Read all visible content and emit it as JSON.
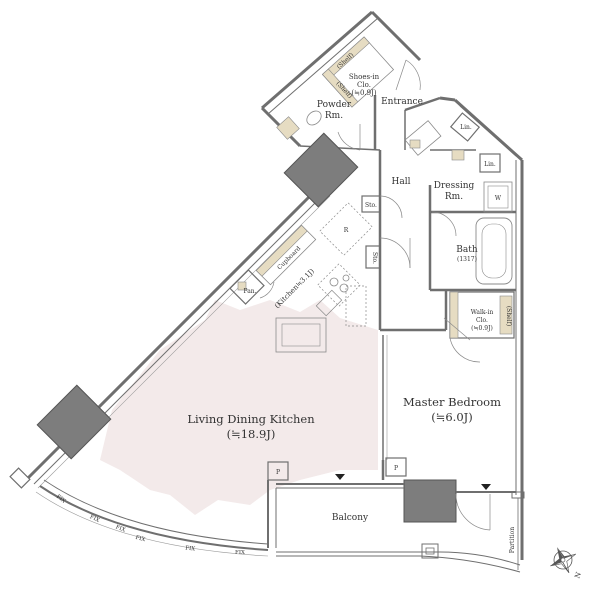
{
  "rooms": {
    "shoes_clo": "Shoes-in",
    "shoes_clo_2": "Clo.",
    "shoes_clo_area": "(≒0.9J)",
    "shelf_a": "(Shelf)",
    "shelf_b": "(Shelf)",
    "powder": "Powder",
    "powder_2": "Rm.",
    "entrance": "Entrance",
    "lin_1": "Lin.",
    "lin_2": "Lin.",
    "hall": "Hall",
    "dressing": "Dressing",
    "dressing_2": "Rm.",
    "w": "W",
    "sto_1": "Sto.",
    "sto_2": "Sto.",
    "r": "R",
    "bath": "Bath",
    "bath_size": "(1317)",
    "cupboard": "Cupboard",
    "kitchen": "(Kitchen≒3.1J)",
    "pan": "Pan.",
    "walkin": "Walk-in",
    "walkin_2": "Clo.",
    "walkin_area": "(≒0.9J)",
    "walkin_shelf": "(Shelf)",
    "ldk": "Living Dining Kitchen",
    "ldk_area": "(≒18.9J)",
    "master": "Master Bedroom",
    "master_area": "(≒6.0J)",
    "p_1": "P",
    "p_2": "P",
    "balcony": "Balcony",
    "partition": "Partition",
    "fix_1": "FIX",
    "fix_2": "FIX",
    "fix_3": "FIX",
    "fix_4": "FIX",
    "fix_5": "FIX",
    "fix_6": "FIX",
    "north": "N"
  },
  "colors": {
    "wall": "#6f6f6f",
    "floor_shadow": "#f3eaea",
    "shelf": "#e6dcc2",
    "shaft": "#7d7d7d"
  }
}
